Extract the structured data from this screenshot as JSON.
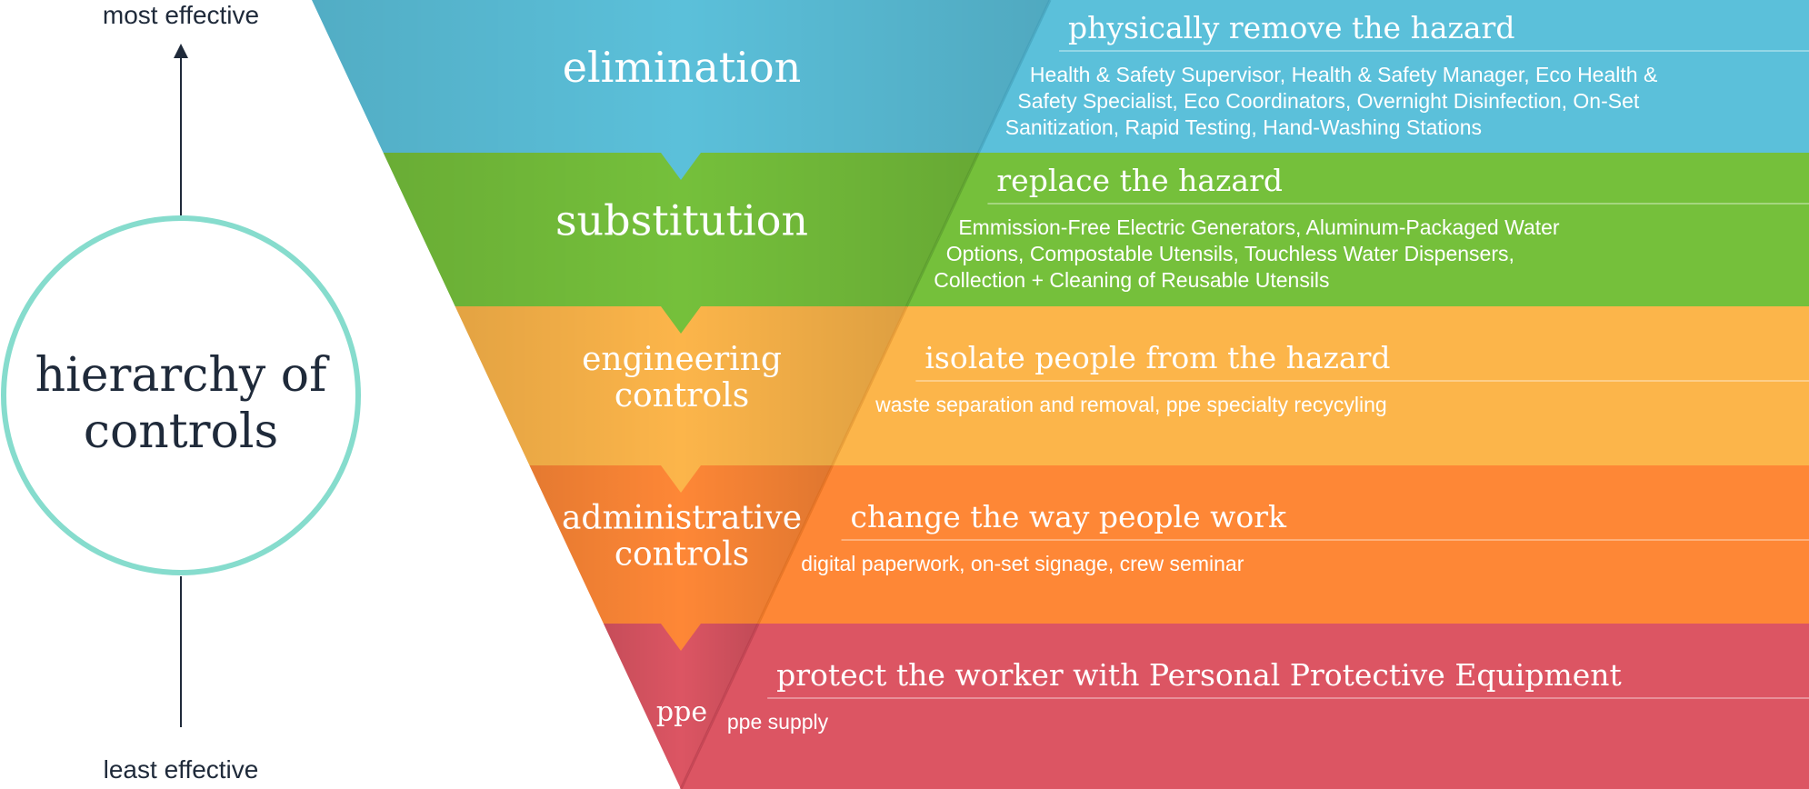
{
  "side": {
    "top_label": "most effective",
    "bottom_label": "least effective",
    "circle_title_line1": "hierarchy of",
    "circle_title_line2": "controls",
    "circle_color": "#86dccd",
    "text_color": "#1f2a3a"
  },
  "levels": [
    {
      "name_lines": [
        "elimination"
      ],
      "heading": "physically remove the hazard",
      "detail_lines": [
        "Health & Safety Supervisor, Health & Safety Manager, Eco Health &",
        "Safety Specialist, Eco Coordinators, Overnight Disinfection, On-Set",
        "Sanitization, Rapid Testing, Hand-Washing Stations"
      ],
      "color": "#5bc0da",
      "dark": "#3f9db8"
    },
    {
      "name_lines": [
        "substitution"
      ],
      "heading": "replace the hazard",
      "detail_lines": [
        "Emmission-Free Electric Generators, Aluminum-Packaged Water",
        "Options, Compostable Utensils, Touchless Water Dispensers,",
        "Collection + Cleaning of Reusable Utensils"
      ],
      "color": "#75c03b",
      "dark": "#55962a"
    },
    {
      "name_lines": [
        "engineering",
        "controls"
      ],
      "heading": "isolate people from the hazard",
      "detail_lines": [
        "waste separation and removal, ppe specialty recycyling"
      ],
      "color": "#fcb54a",
      "dark": "#e0922e"
    },
    {
      "name_lines": [
        "administrative",
        "controls"
      ],
      "heading": "change the way people work",
      "detail_lines": [
        "digital paperwork, on-set signage, crew seminar"
      ],
      "color": "#fe8736",
      "dark": "#dc6a1c"
    },
    {
      "name_lines": [
        "ppe"
      ],
      "heading": "protect the worker with Personal Protective Equipment",
      "detail_lines": [
        "ppe supply"
      ],
      "color": "#dc5563",
      "dark": "#b63a49"
    }
  ]
}
